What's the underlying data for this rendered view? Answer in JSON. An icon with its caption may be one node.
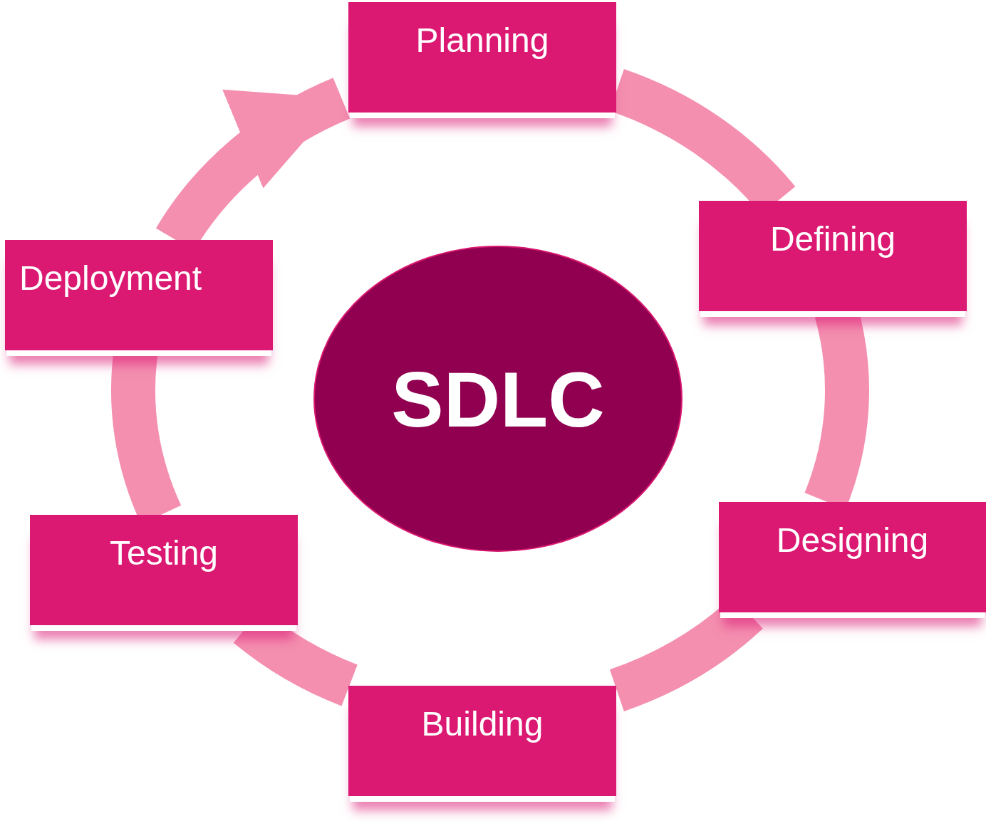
{
  "diagram": {
    "nodes": [
      {
        "text": [
          "Planning"
        ]
      },
      {
        "text": [
          "Defining"
        ]
      },
      {
        "text": [
          "Designing"
        ]
      },
      {
        "text": [
          "Building"
        ]
      },
      {
        "text": [
          "Testing"
        ]
      },
      {
        "text": [
          "Deployment"
        ]
      },
      {
        "text": [
          "SDLC"
        ]
      }
    ],
    "edges": [
      {
        "from": 0,
        "to": 1,
        "arrow": "none"
      },
      {
        "from": 1,
        "to": 2,
        "arrow": "none"
      },
      {
        "from": 2,
        "to": 3,
        "arrow": "none"
      },
      {
        "from": 3,
        "to": 4,
        "arrow": "none"
      },
      {
        "from": 4,
        "to": 5,
        "arrow": "none"
      },
      {
        "from": 5,
        "to": 0,
        "arrow": "to"
      }
    ]
  }
}
